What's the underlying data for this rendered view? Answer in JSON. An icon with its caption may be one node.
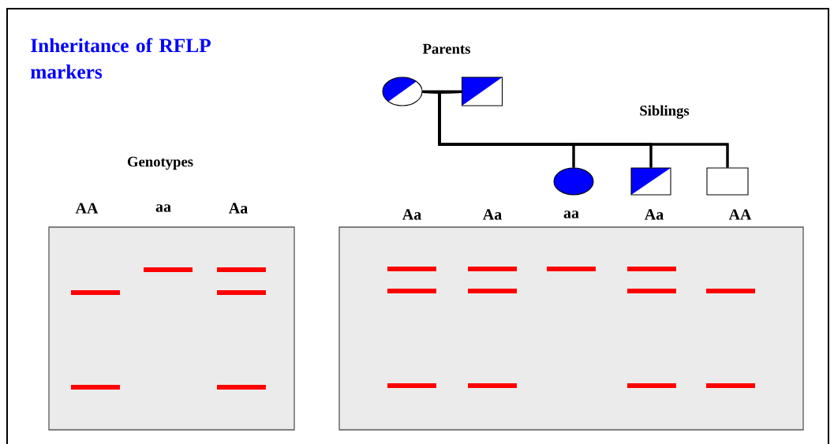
{
  "diagram": {
    "title": "Inheritance of RFLP markers",
    "nodes": [
      {
        "text": [],
        "shape": "circle"
      },
      {
        "text": [],
        "shape": "box"
      },
      {
        "text": [],
        "shape": "circle"
      },
      {
        "text": [],
        "shape": "box"
      },
      {
        "text": [],
        "shape": "box"
      }
    ],
    "edges": [
      {
        "from": 0,
        "to": 1,
        "arrow": "none"
      },
      {
        "from": 0,
        "to": 2,
        "arrow": "none"
      },
      {
        "from": 1,
        "to": 2,
        "arrow": "none"
      },
      {
        "from": 0,
        "to": 3,
        "arrow": "none"
      },
      {
        "from": 1,
        "to": 3,
        "arrow": "none"
      },
      {
        "from": 0,
        "to": 4,
        "arrow": "none"
      },
      {
        "from": 1,
        "to": 4,
        "arrow": "none"
      }
    ],
    "labels": [
      "Parents",
      "Siblings",
      "Genotypes",
      "AA",
      "aa",
      "Aa",
      "Aa",
      "Aa",
      "aa",
      "Aa",
      "AA"
    ]
  }
}
